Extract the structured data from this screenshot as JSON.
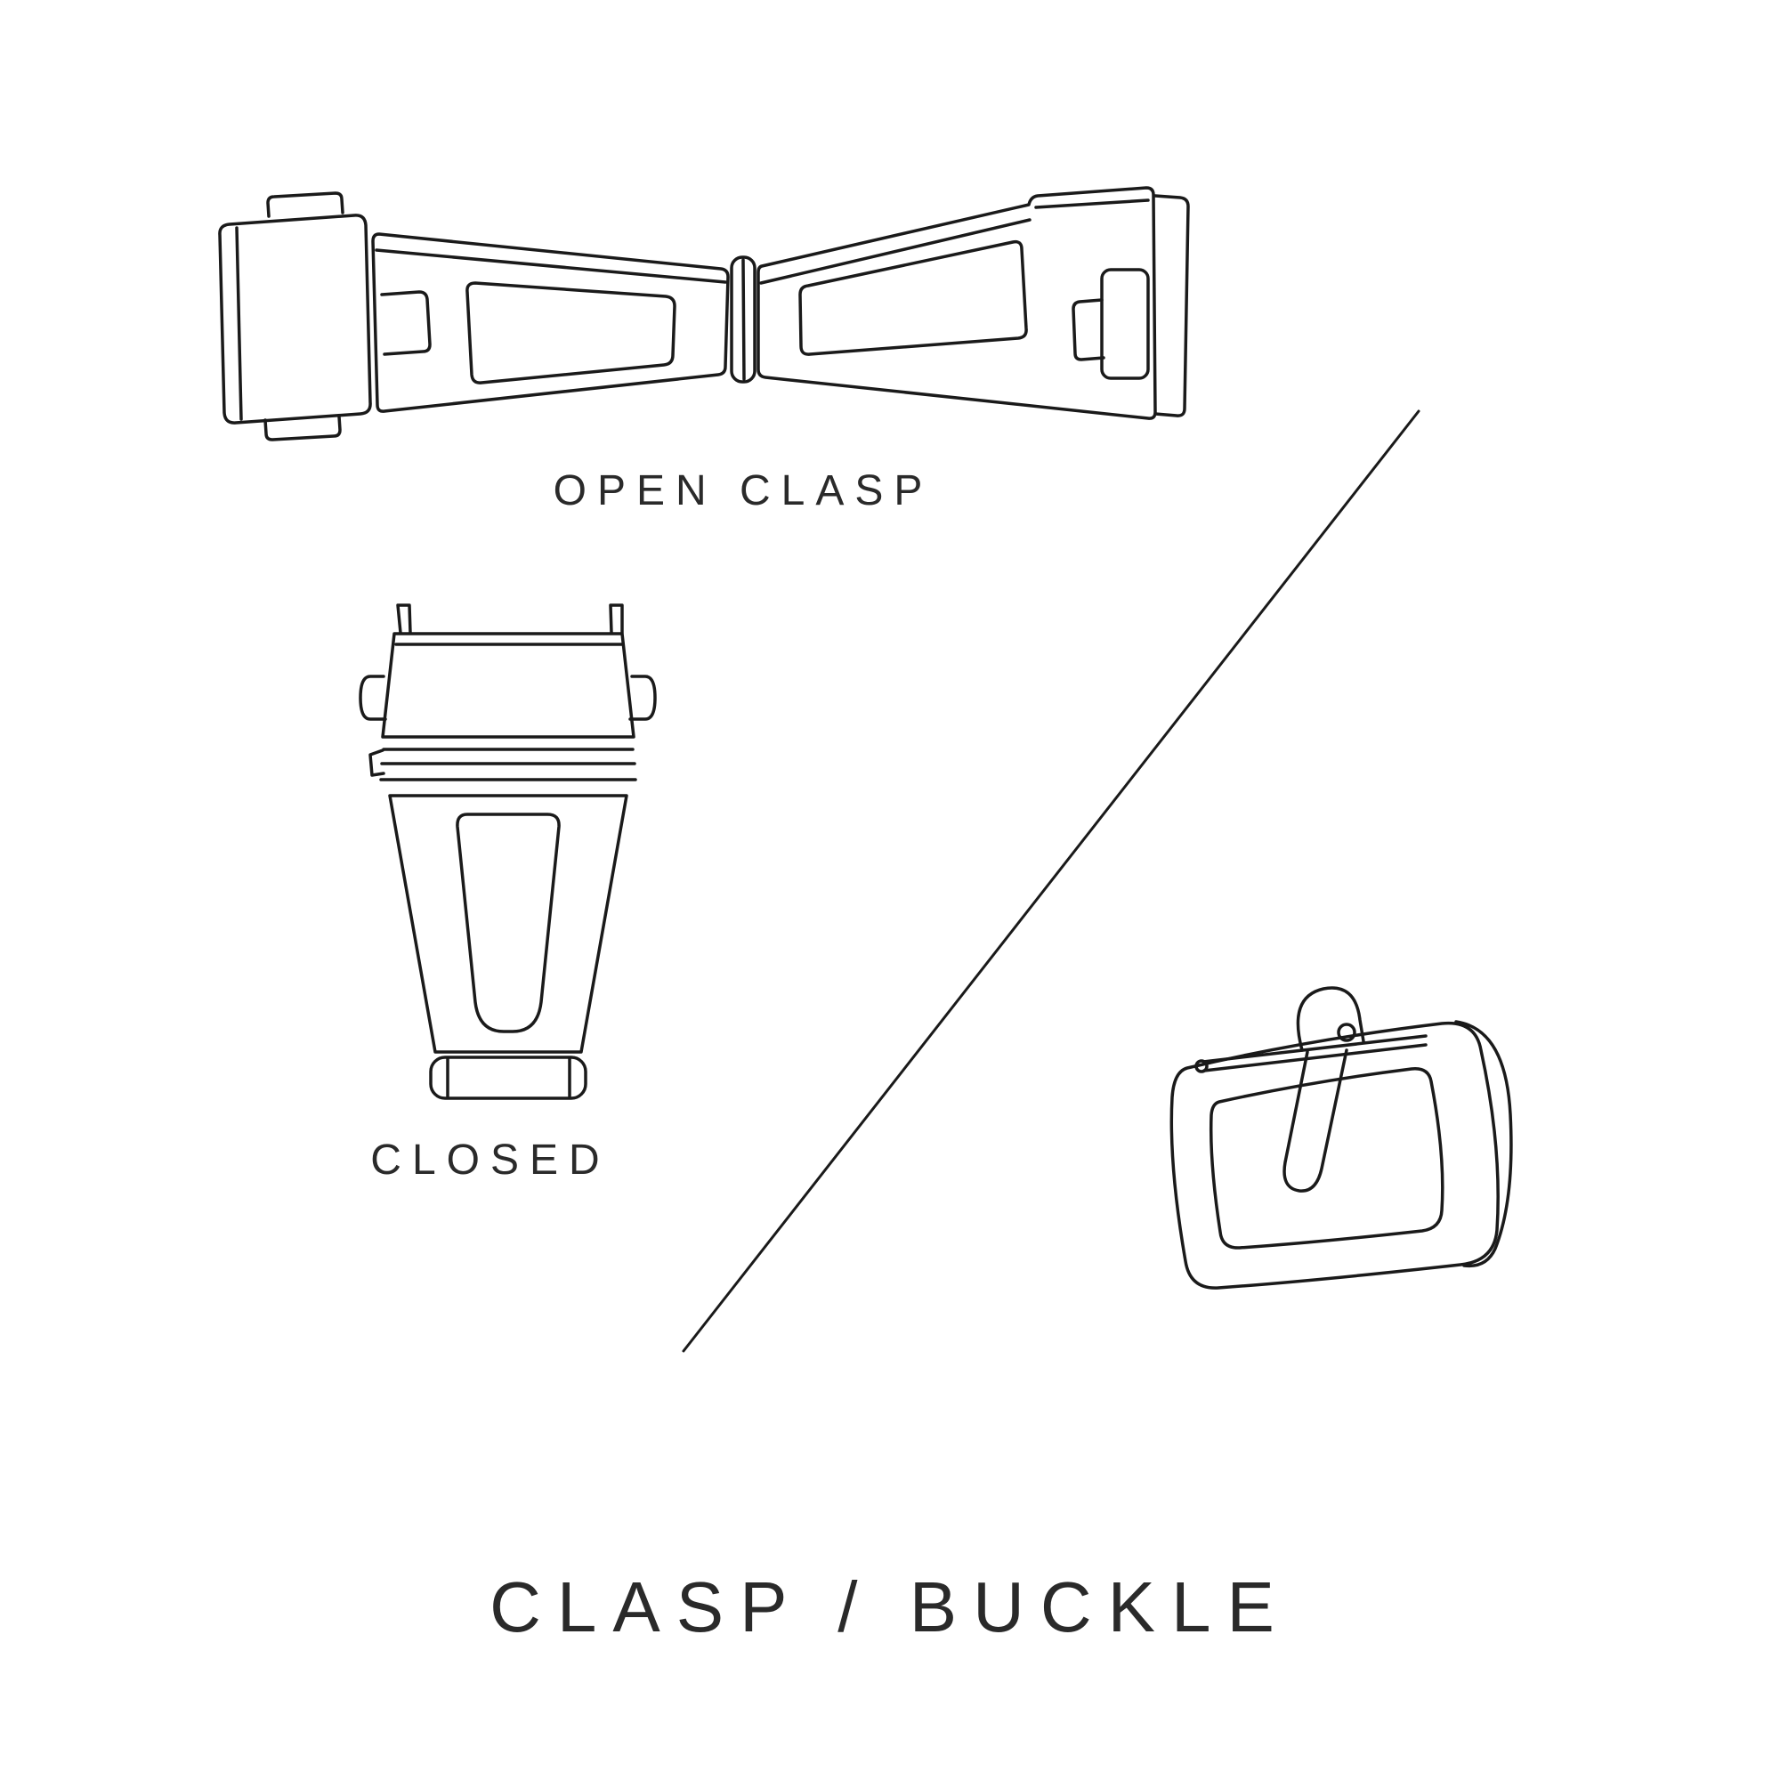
{
  "title": "CLASP / BUCKLE",
  "labels": {
    "open_clasp": "OPEN CLASP",
    "closed": "CLOSED"
  },
  "colors": {
    "background": "#ffffff",
    "line": "#1a1a1a",
    "text": "#2a2a2a"
  }
}
